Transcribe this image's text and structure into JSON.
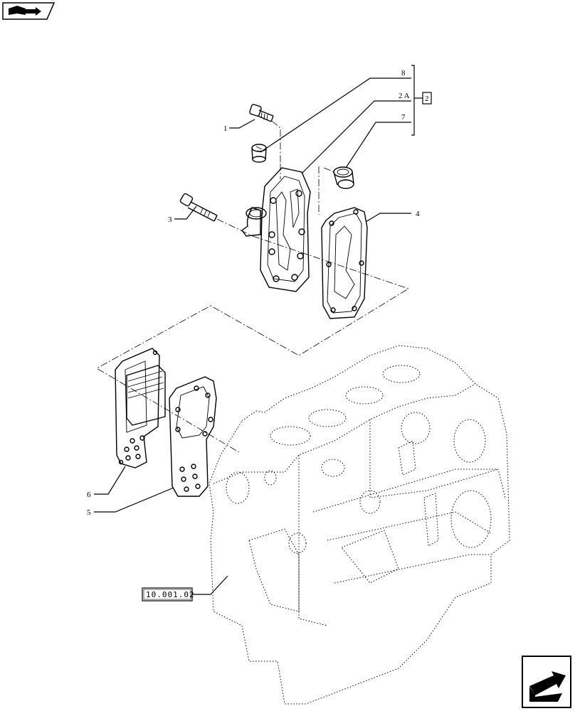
{
  "nav": {
    "top_left_icon": "book-arrow-icon",
    "bottom_right_icon": "next-page-arrow-icon"
  },
  "callouts": {
    "c8": "8",
    "c2a": "2 A",
    "c7": "7",
    "c1": "1",
    "c3": "3",
    "c4": "4",
    "c6": "6",
    "c5": "5"
  },
  "group_ref": "2",
  "crossref": "10.001.02",
  "colors": {
    "line": "#000000",
    "background": "#ffffff"
  }
}
